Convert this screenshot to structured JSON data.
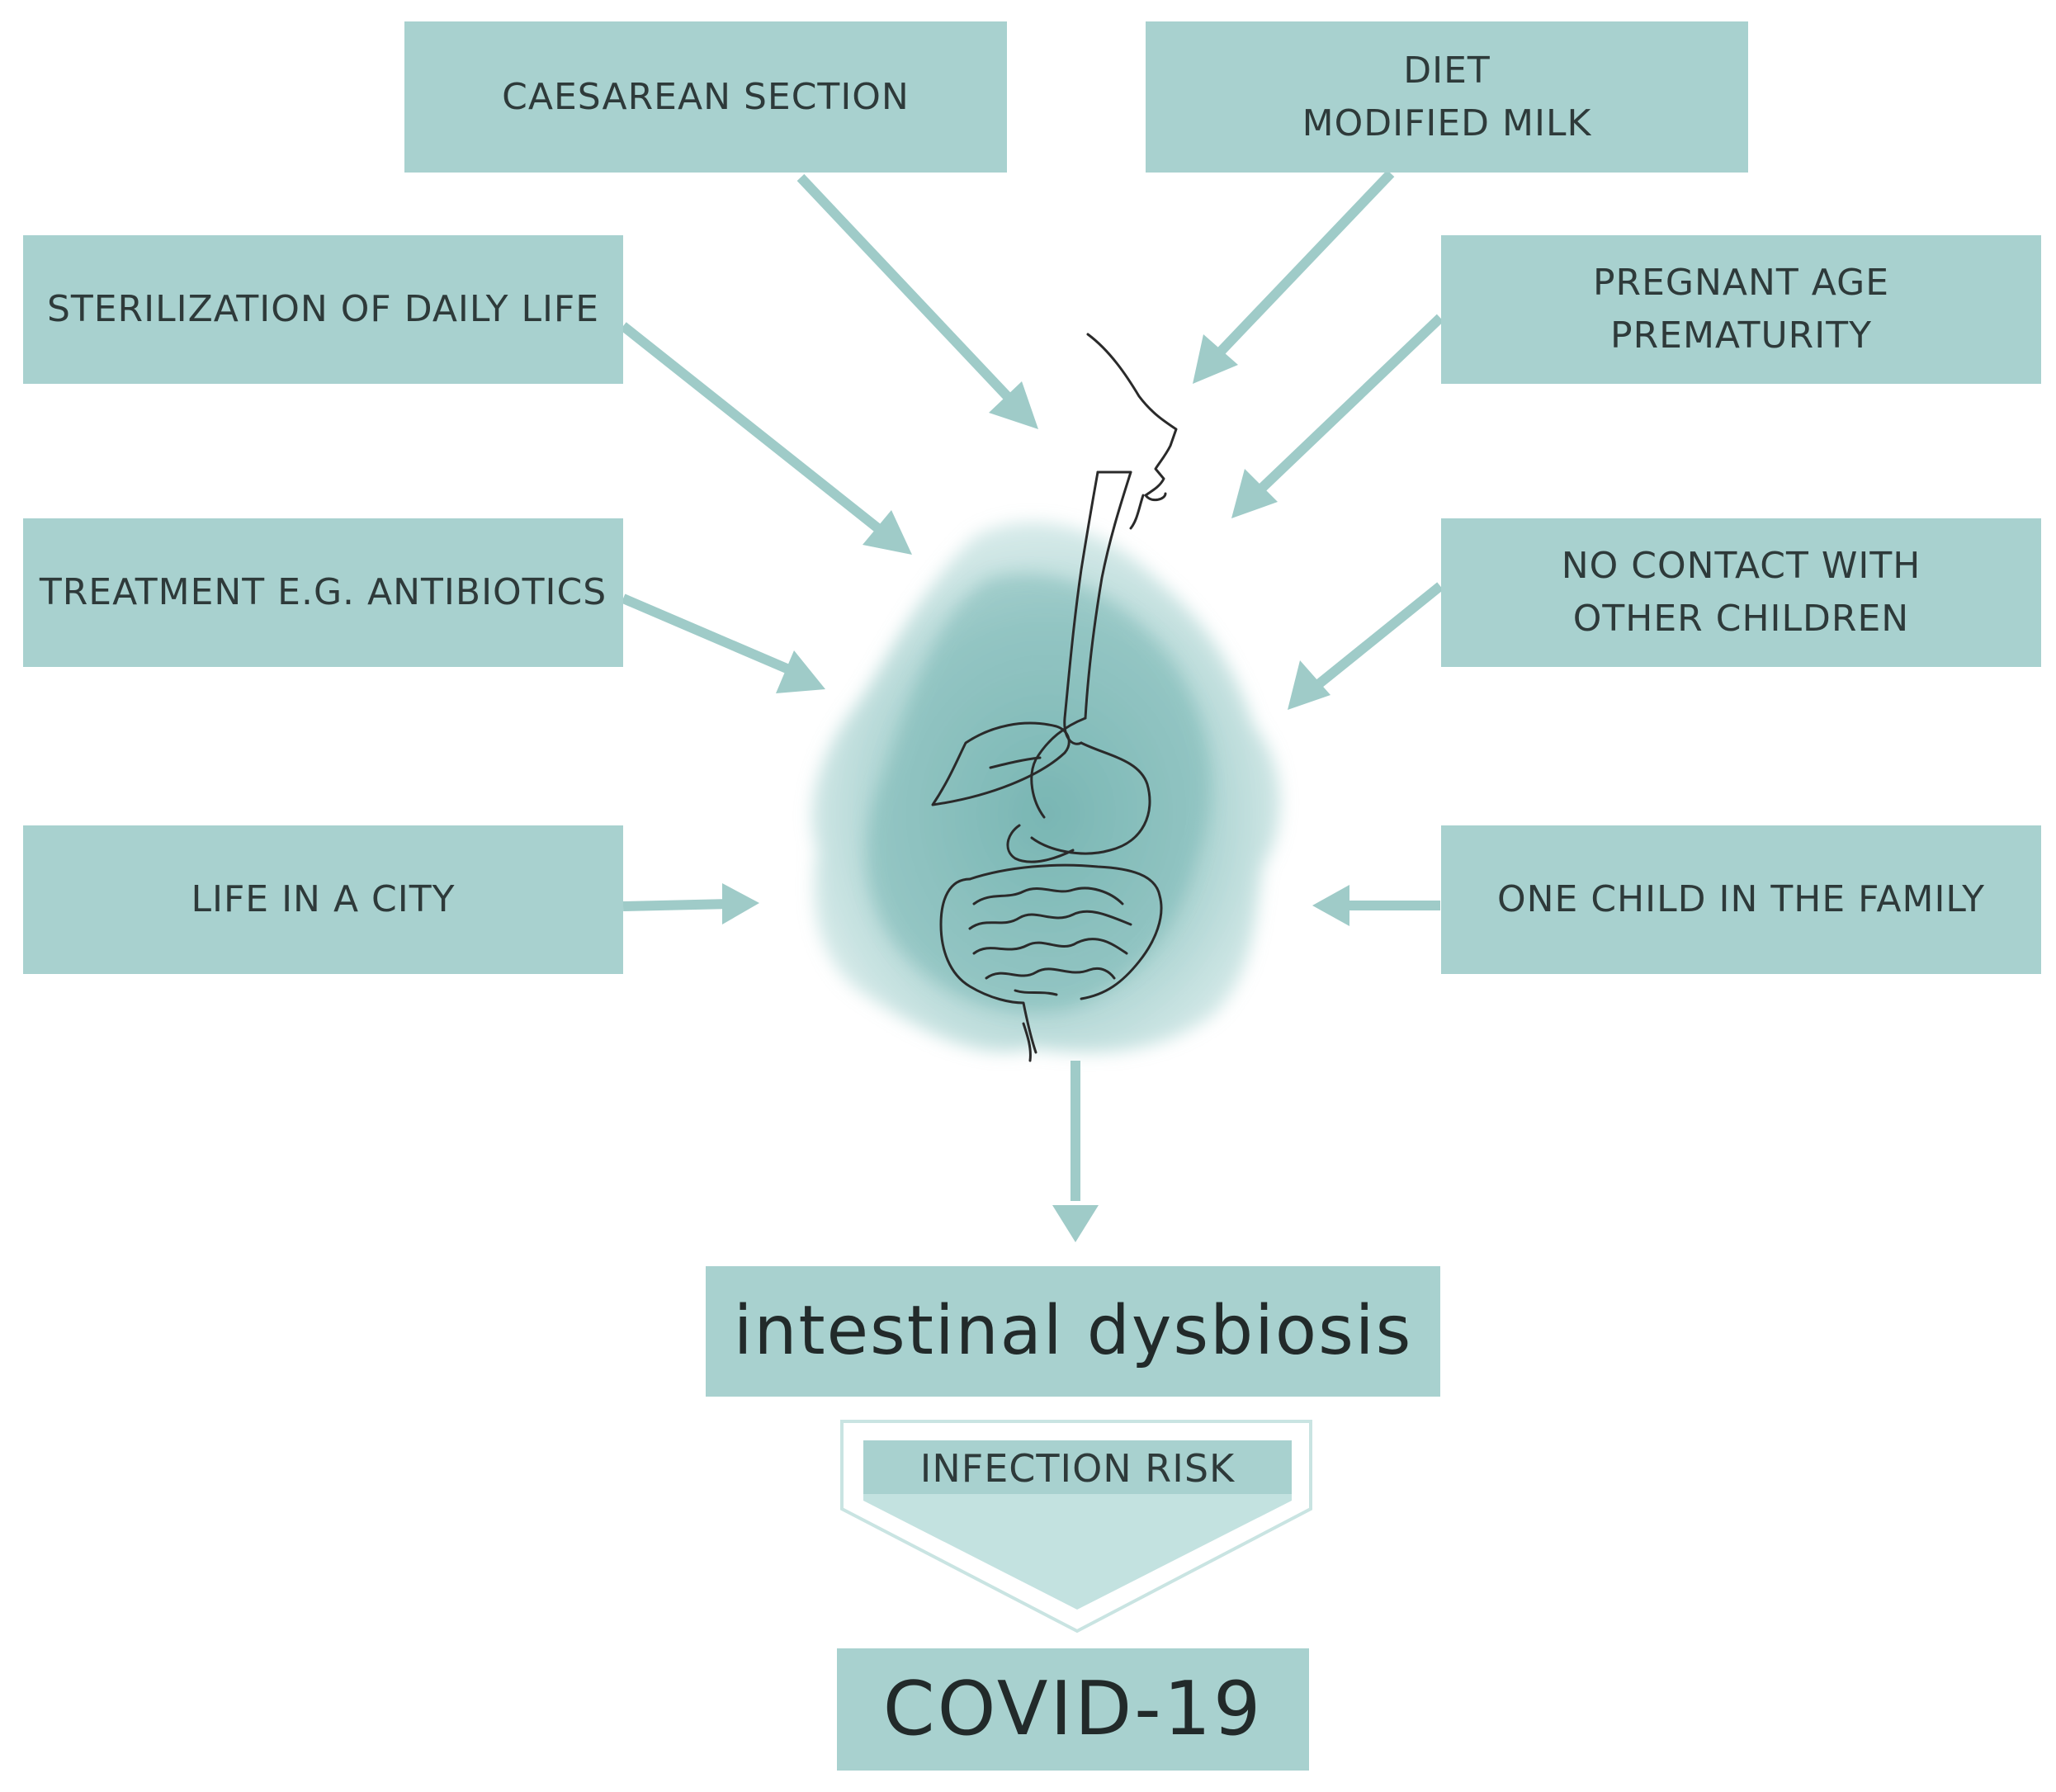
{
  "factors": {
    "caesarean": "CAESAREAN SECTION",
    "diet_line1": "DIET",
    "diet_line2": "MODIFIED MILK",
    "sterilization": "STERILIZATION OF DAILY LIFE",
    "pregnant_line1": "PREGNANT AGE",
    "pregnant_line2": "PREMATURITY",
    "treatment": "TREATMENT E.G. ANTIBIOTICS",
    "no_contact_line1": "NO CONTACT WITH",
    "no_contact_line2": "OTHER CHILDREN",
    "city": "LIFE IN A CITY",
    "one_child": "ONE CHILD IN THE FAMILY"
  },
  "outcome": {
    "dysbiosis": "intestinal dysbiosis",
    "infection_risk": "INFECTION RISK",
    "covid": "COVID-19"
  },
  "colors": {
    "box_fill": "#a8d1cf",
    "arrow": "#9fcbc8",
    "blob": "#6fb3b0",
    "text": "#2e3a3a"
  },
  "icons": {
    "center_illustration": "digestive-system-icon"
  }
}
